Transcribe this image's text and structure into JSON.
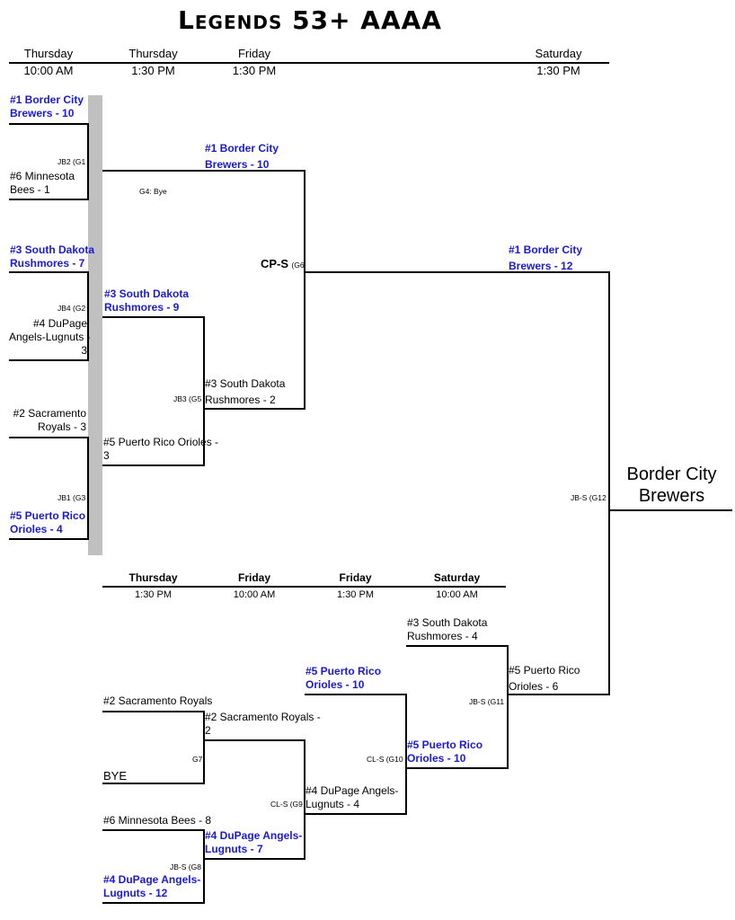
{
  "title": "Legends 53+ AAAA",
  "champion": [
    "Border City",
    "Brewers"
  ],
  "top_headers": [
    {
      "day": "Thursday",
      "time": "10:00 AM"
    },
    {
      "day": "Thursday",
      "time": "1:30 PM"
    },
    {
      "day": "Friday",
      "time": "1:30 PM"
    },
    {
      "day": "Saturday",
      "time": "1:30 PM"
    }
  ],
  "bottom_headers": [
    {
      "day": "Thursday",
      "time": "1:30 PM"
    },
    {
      "day": "Friday",
      "time": "10:00 AM"
    },
    {
      "day": "Friday",
      "time": "1:30 PM"
    },
    {
      "day": "Saturday",
      "time": "10:00 AM"
    }
  ],
  "winners_bracket": {
    "r1": {
      "g1_top": [
        "#1 Border City",
        "Brewers - 10"
      ],
      "g1_bottom": [
        "#6 Minnesota",
        "Bees - 1"
      ],
      "g1_label": "JB2 (G1",
      "g2_top": [
        "#3 South Dakota",
        "Rushmores - 7"
      ],
      "g2_bottom": [
        "#4 DuPage",
        "Angels-Lugnuts -",
        "3"
      ],
      "g2_label": "JB4 (G2",
      "g3_top": [
        "#2 Sacramento",
        "Royals - 3"
      ],
      "g3_bottom": [
        "#5 Puerto Rico",
        "Orioles - 4"
      ],
      "g3_label": "JB1 (G3"
    },
    "r2": {
      "g4_winner": [
        "#1 Border City",
        "Brewers - 10"
      ],
      "g4_label": "G4: Bye",
      "g5_top": [
        "#3 South Dakota",
        "Rushmores - 9"
      ],
      "g5_bottom": [
        "#5 Puerto Rico Orioles -",
        "3"
      ],
      "g5_label": "JB3 (G5"
    },
    "r3": {
      "g6_top": [
        "#1 Border City",
        "Brewers - 12"
      ],
      "g6_bottom": [
        "#3 South Dakota",
        "Rushmores - 2"
      ],
      "g6_venue": "CP-S",
      "g6_code": "(G6"
    },
    "final_label": "JB-S (G12"
  },
  "losers_bracket": {
    "g7_top": "#2 Sacramento Royals",
    "g7_bottom": "BYE",
    "g7_label": "G7",
    "g7_winner": [
      "#2 Sacramento Royals -",
      "2"
    ],
    "g8_top": "#6 Minnesota Bees - 8",
    "g8_bottom": [
      "#4 DuPage Angels-",
      "Lugnuts - 12"
    ],
    "g8_label": "JB-S (G8",
    "g8_winner": [
      "#4 DuPage Angels-",
      "Lugnuts - 7"
    ],
    "g9_winner": [
      "#4 DuPage Angels-",
      "Lugnuts - 4"
    ],
    "g9_label": "CL-S (G9",
    "g10_top": [
      "#5 Puerto Rico",
      "Orioles - 10"
    ],
    "g10_label": "CL-S (G10",
    "g10_winner": [
      "#5 Puerto Rico",
      "Orioles - 10"
    ],
    "g11_top": [
      "#3 South Dakota",
      "Rushmores - 4"
    ],
    "g11_label": "JB-S (G11",
    "g11_winner": [
      "#5 Puerto Rico",
      "Orioles - 6"
    ]
  },
  "colors": {
    "winner": "#1a1ad2",
    "line": "#000000",
    "shade": "#c0c0c0"
  }
}
